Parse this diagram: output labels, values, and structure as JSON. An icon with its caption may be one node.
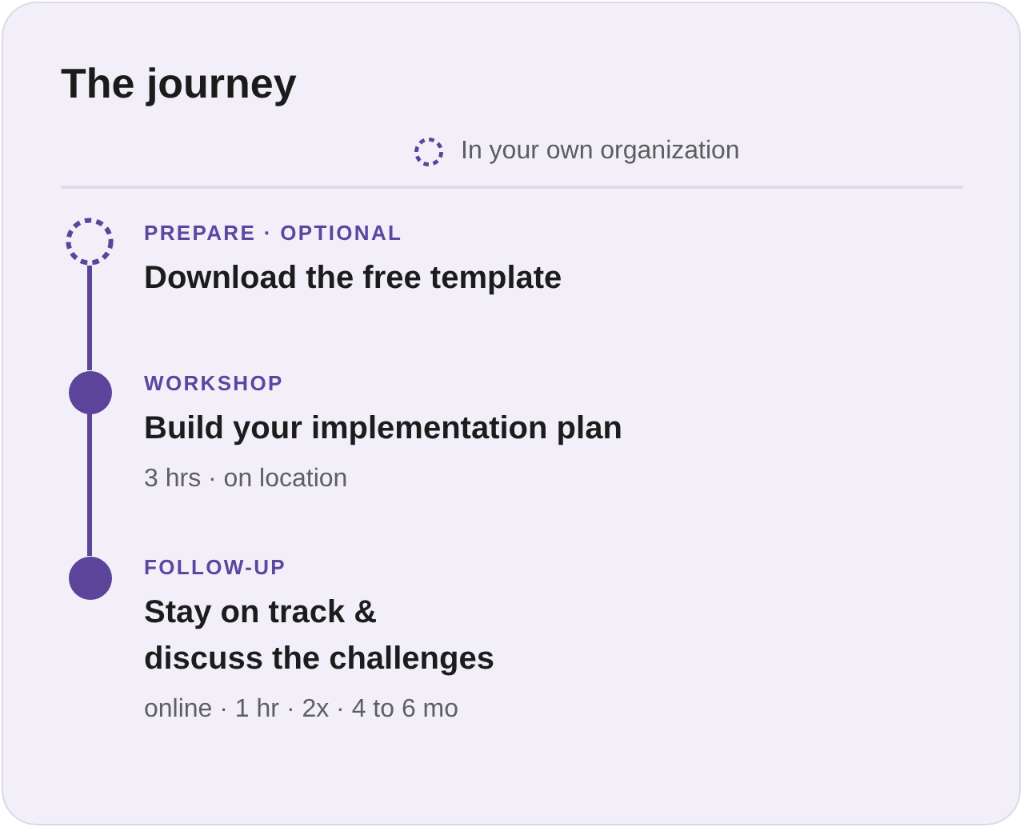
{
  "diagram": {
    "title": "The journey",
    "nodes": [
      {
        "text": [],
        "shape": "ring",
        "beside": [
          "PREPARE · OPTIONAL",
          "Download the free template"
        ]
      },
      {
        "text": [],
        "shape": "circle",
        "beside": [
          "WORKSHOP",
          "Build your implementation plan",
          "3 hrs · on location"
        ]
      },
      {
        "text": [],
        "shape": "circle",
        "beside": [
          "FOLLOW-UP",
          "Stay on track & discuss the challenges",
          "online · 1 hr · 2x · 4 to 6 mo"
        ]
      }
    ],
    "edges": [
      {
        "from": 0,
        "to": 1,
        "arrow": "none"
      },
      {
        "from": 1,
        "to": 2,
        "arrow": "none"
      }
    ],
    "legend": [
      {
        "text": "In your own organization"
      }
    ]
  }
}
